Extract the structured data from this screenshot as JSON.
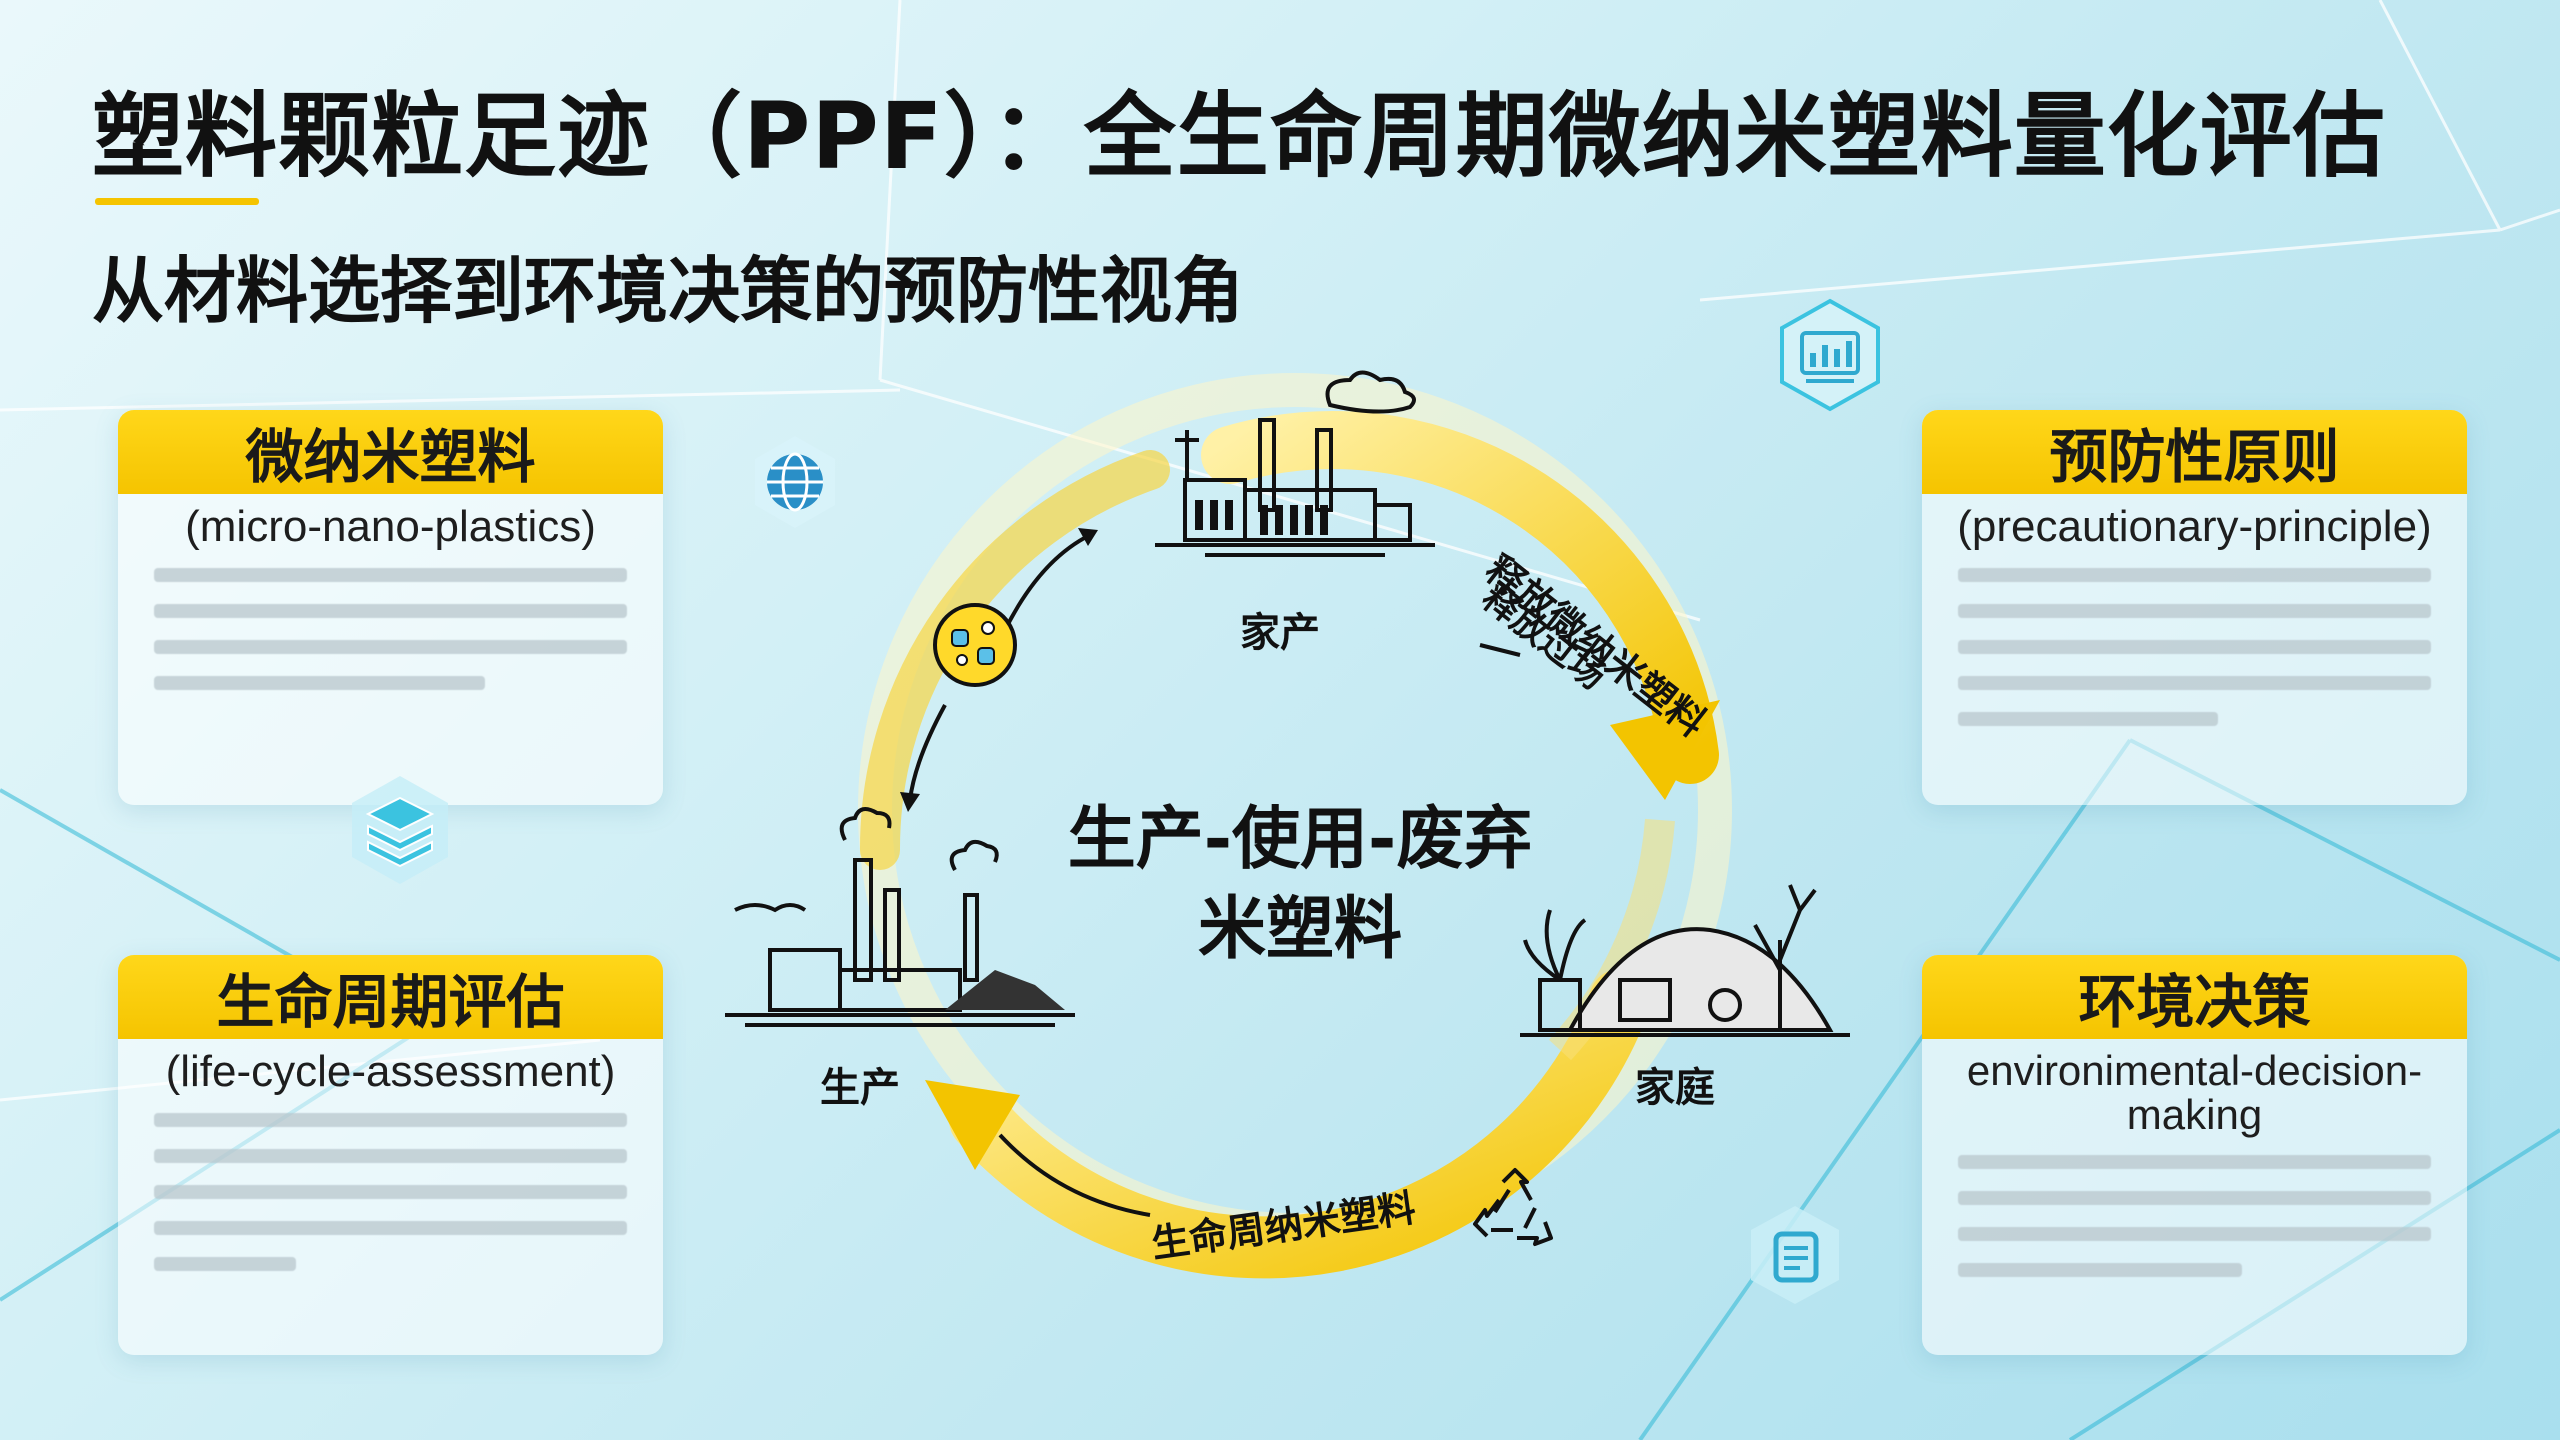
{
  "title": "塑料颗粒足迹（PPF）：全生命周期微纳米塑料量化评估",
  "subtitle": "从材料选择到环境决策的预防性视角",
  "cards": {
    "micro": {
      "heading": "微纳米塑料",
      "english": "(micro-nano-plastics)"
    },
    "lca": {
      "heading": "生命周期评估",
      "english": "(life-cycle-assessment)"
    },
    "precaution": {
      "heading": "预防性原则",
      "english": "(precautionary-principle)"
    },
    "decision": {
      "heading": "环境决策",
      "english": "environimental-decision-making"
    }
  },
  "cycle": {
    "center_line1": "生产-使用-废弃",
    "center_line2": "米塑料",
    "node_factory_top": "家产",
    "node_production": "生产",
    "node_household": "家庭",
    "arrow_release_1": "释放微纳米塑料",
    "arrow_release_2": "释放过场",
    "arrow_bottom": "生命周纳米塑料"
  },
  "colors": {
    "accent_yellow": "#f5c400",
    "icon_cyan": "#2fb8d6"
  },
  "icons": [
    "globe-icon",
    "layers-icon",
    "chart-icon",
    "document-icon",
    "plastic-particles-icon",
    "recycle-icon",
    "factory-icon",
    "waste-pile-icon"
  ]
}
